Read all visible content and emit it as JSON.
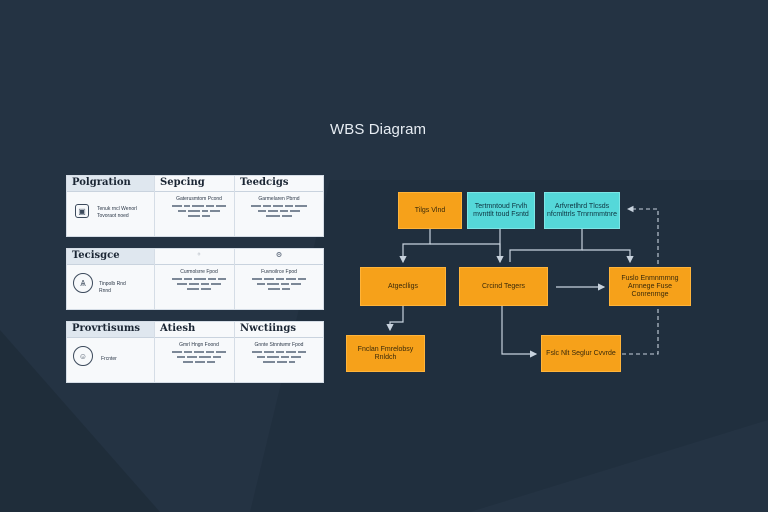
{
  "diagram": {
    "title": "WBS Diagram",
    "cards": [
      {
        "id": "c1",
        "title": "Polgration",
        "sub": "",
        "icon": "image-icon",
        "icon_text": [
          "Tenuk rncl Wenorl",
          "Tovoraot noed"
        ]
      },
      {
        "id": "c2",
        "title": "Sepcing",
        "sub": "Gaterusmtom Pcond",
        "icon": "",
        "icon_text": []
      },
      {
        "id": "c3",
        "title": "Teedcigs",
        "sub": "Garmelaren Pbrnd",
        "icon": "",
        "icon_text": []
      },
      {
        "id": "c4",
        "title": "Tecisgce",
        "sub": "",
        "icon": "compass-icon",
        "icon_text": [
          "Tinpolb Rnd",
          "Rnnd"
        ]
      },
      {
        "id": "c5",
        "title": "",
        "sub": "Curmolsrre Fpod",
        "icon": "",
        "icon_text": []
      },
      {
        "id": "c6",
        "title": "",
        "sub": "Fuvnoilrce Fpod",
        "icon": "",
        "icon_text": []
      },
      {
        "id": "c7",
        "title": "Provrtisums",
        "sub": "",
        "icon": "person-icon",
        "icon_text": [
          "Frcnter"
        ]
      },
      {
        "id": "c8",
        "title": "Atiesh",
        "sub": "Gmrl Hngn Foond",
        "icon": "",
        "icon_text": []
      },
      {
        "id": "c9",
        "title": "Nwctiings",
        "sub": "Gnnte Stnntwmr Fpod",
        "icon": "",
        "icon_text": []
      }
    ],
    "nodes": [
      {
        "id": "n1",
        "color": "orange",
        "label": "Tilgs Vlnd"
      },
      {
        "id": "n2",
        "color": "cyan",
        "label": "Tertmntoud Frvlh mvnttlt toud Fsntd"
      },
      {
        "id": "n3",
        "color": "cyan",
        "label": "Arfvretlhrd Tlcsds nfcmlttrls Trnrnmmtnre"
      },
      {
        "id": "n4",
        "color": "orange",
        "label": "Atgeclligs"
      },
      {
        "id": "n5",
        "color": "orange",
        "label": "Crcind Tegers"
      },
      {
        "id": "n6",
        "color": "orange",
        "label": "Fuslo Enmnmrnng Arnnege Fuse Conrenrnge"
      },
      {
        "id": "n7",
        "color": "orange",
        "label": "Fnclan Fmrelobsy Rnldch"
      },
      {
        "id": "n8",
        "color": "orange",
        "label": "Fslc Nlt Seglur Cvvrde"
      }
    ],
    "colors": {
      "background": "#243343",
      "orange": "#f6a11a",
      "cyan": "#55d8d9",
      "connector": "#c7d2dd"
    }
  }
}
